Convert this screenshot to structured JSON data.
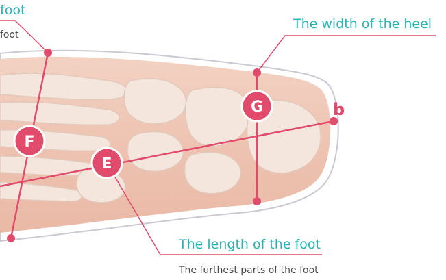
{
  "labels": {
    "top_left_title": "foot",
    "top_left_sub": "foot",
    "heel_width_title": "The width of the heel",
    "foot_length_title": "The length of the foot",
    "foot_length_sub": "The furthest parts of the foot"
  },
  "markers": {
    "E": "E",
    "F": "F",
    "G": "G"
  },
  "points": {
    "b": "b"
  },
  "colors": {
    "accent": "#e14b6c",
    "title_teal": "#2ab3b3",
    "skin": "#efc7b6",
    "bone": "#f3e5dc",
    "outline": "#c9c9d3"
  }
}
